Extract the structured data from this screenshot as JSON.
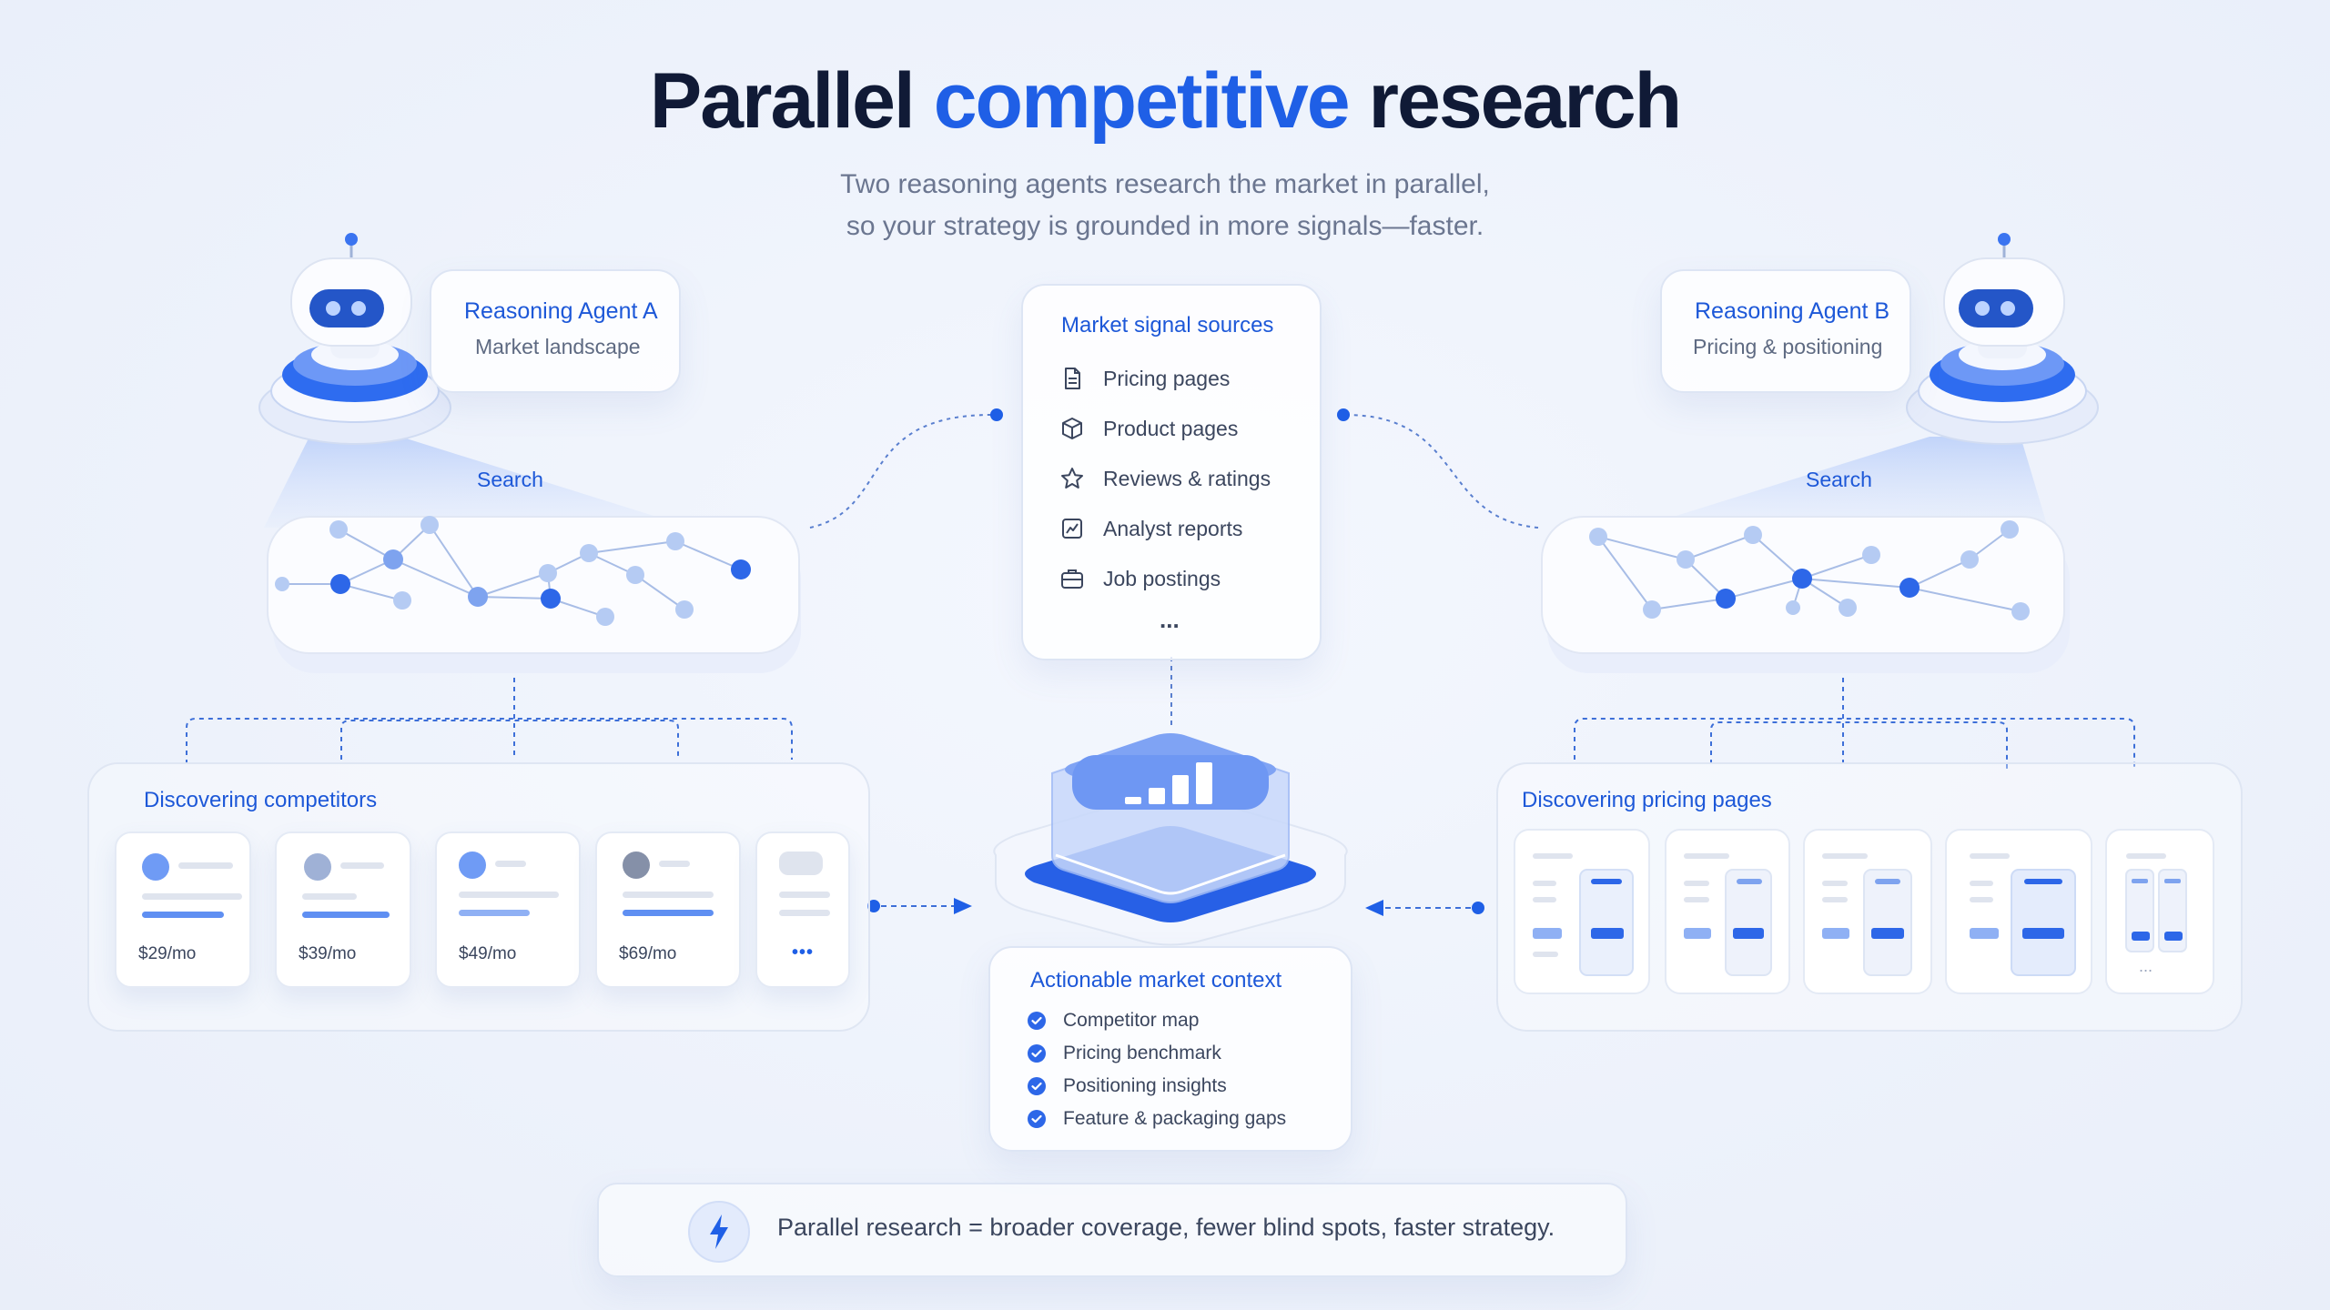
{
  "header": {
    "title_part1": "Parallel ",
    "title_accent": "competitive",
    "title_part2": " research",
    "subtitle_line1": "Two reasoning agents research the market in parallel,",
    "subtitle_line2": "so your strategy is grounded in more signals—faster."
  },
  "agent_a": {
    "title": "Reasoning Agent A",
    "subtitle": "Market landscape",
    "search_label": "Search"
  },
  "agent_b": {
    "title": "Reasoning Agent B",
    "subtitle": "Pricing & positioning",
    "search_label": "Search"
  },
  "sources": {
    "title": "Market signal sources",
    "items": [
      {
        "label": "Pricing pages",
        "icon": "document-icon"
      },
      {
        "label": "Product pages",
        "icon": "cube-icon"
      },
      {
        "label": "Reviews & ratings",
        "icon": "star-icon"
      },
      {
        "label": "Analyst reports",
        "icon": "chart-report-icon"
      },
      {
        "label": "Job postings",
        "icon": "briefcase-icon"
      }
    ],
    "more": "..."
  },
  "competitors": {
    "title": "Discovering competitors",
    "prices": [
      "$29/mo",
      "$39/mo",
      "$49/mo",
      "$69/mo"
    ],
    "more": "•••"
  },
  "pricing_pages": {
    "title": "Discovering pricing pages",
    "more": "..."
  },
  "context": {
    "title": "Actionable market context",
    "items": [
      "Competitor map",
      "Pricing benchmark",
      "Positioning insights",
      "Feature & packaging gaps"
    ]
  },
  "footer": {
    "text": "Parallel research = broader coverage, fewer blind spots, faster strategy."
  },
  "colors": {
    "accent": "#1f5fe6",
    "title": "#101a36",
    "muted": "#6b7690"
  }
}
